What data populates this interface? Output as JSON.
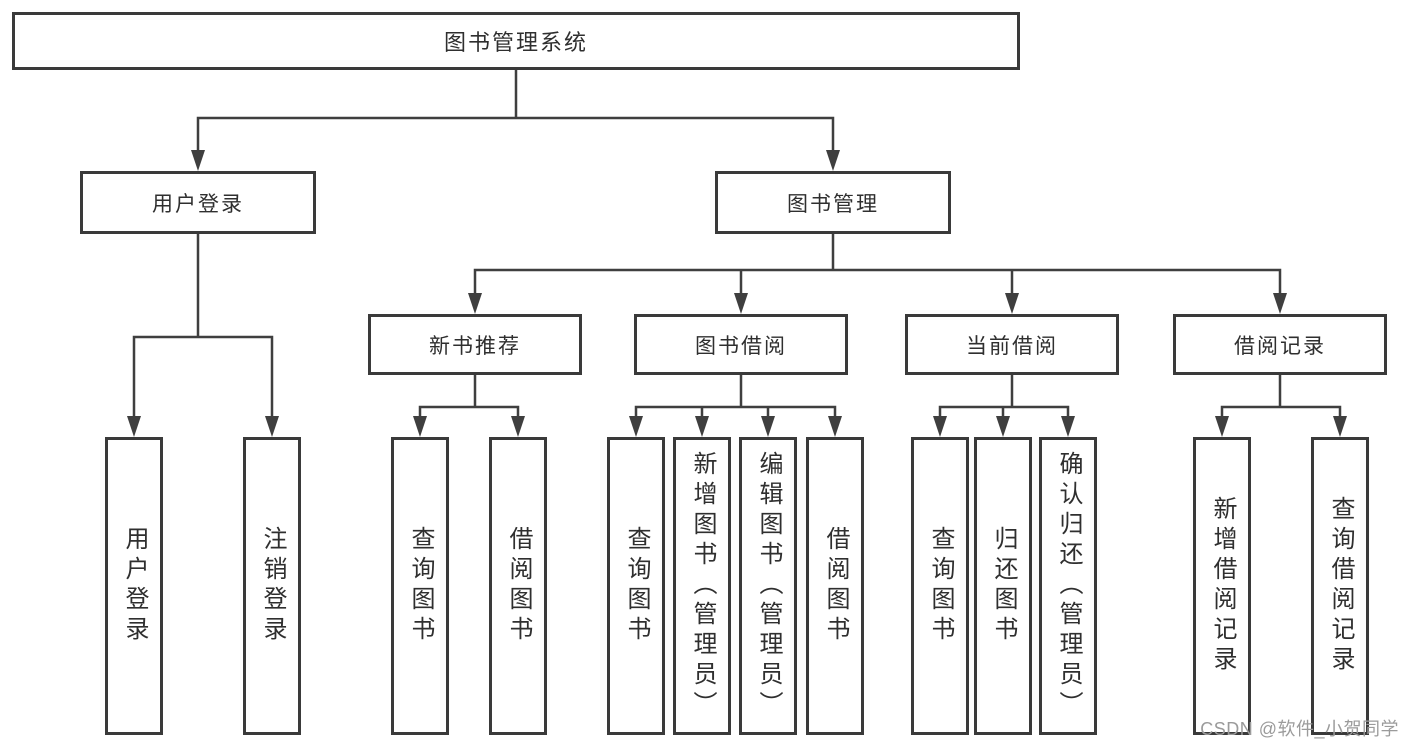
{
  "colors": {
    "line": "#3f3f3f",
    "box_border": "#3a3a3a",
    "text": "#2f2f2f",
    "watermark": "#9b9b9b"
  },
  "tree": {
    "root": {
      "label": "图书管理系统"
    },
    "user_login": {
      "label": "用户登录",
      "children": {
        "login": "用户登录",
        "logout": "注销登录"
      }
    },
    "book_management": {
      "label": "图书管理"
    },
    "new_book_rec": {
      "label": "新书推荐",
      "children": {
        "query": "查询图书",
        "borrow": "借阅图书"
      }
    },
    "book_borrow": {
      "label": "图书借阅",
      "children": {
        "query": "查询图书",
        "add": "新增图书（管理员）",
        "edit": "编辑图书（管理员）",
        "borrow": "借阅图书"
      }
    },
    "current_borrow": {
      "label": "当前借阅",
      "children": {
        "query": "查询图书",
        "return": "归还图书",
        "confirm_return": "确认归还（管理员）"
      }
    },
    "borrow_record": {
      "label": "借阅记录",
      "children": {
        "add": "新增借阅记录",
        "query": "查询借阅记录"
      }
    }
  },
  "watermark": {
    "text": "CSDN @软件_小贺同学"
  }
}
